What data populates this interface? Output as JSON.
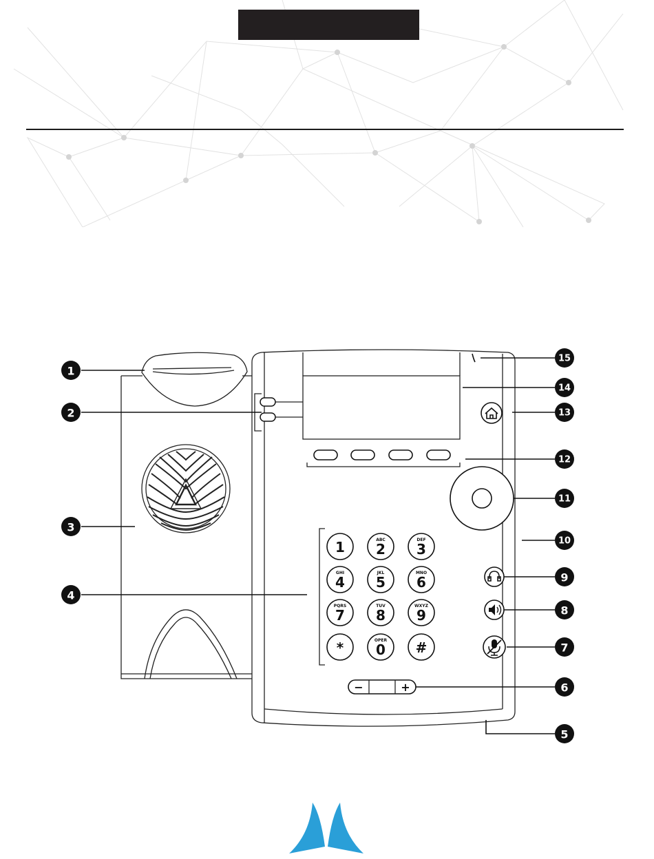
{
  "callouts": [
    {
      "label": "1"
    },
    {
      "label": "2"
    },
    {
      "label": "3"
    },
    {
      "label": "4"
    },
    {
      "label": "5"
    },
    {
      "label": "6"
    },
    {
      "label": "7"
    },
    {
      "label": "8"
    },
    {
      "label": "9"
    },
    {
      "label": "10"
    },
    {
      "label": "11"
    },
    {
      "label": "12"
    },
    {
      "label": "13"
    },
    {
      "label": "14"
    },
    {
      "label": "15"
    }
  ],
  "keypad": {
    "keys": [
      {
        "digit": "1",
        "letters": ""
      },
      {
        "digit": "2",
        "letters": "ABC"
      },
      {
        "digit": "3",
        "letters": "DEF"
      },
      {
        "digit": "4",
        "letters": "GHI"
      },
      {
        "digit": "5",
        "letters": "JKL"
      },
      {
        "digit": "6",
        "letters": "MNO"
      },
      {
        "digit": "7",
        "letters": "PQRS"
      },
      {
        "digit": "8",
        "letters": "TUV"
      },
      {
        "digit": "9",
        "letters": "WXYZ"
      },
      {
        "digit": "*",
        "letters": ""
      },
      {
        "digit": "0",
        "letters": "OPER"
      },
      {
        "digit": "#",
        "letters": ""
      }
    ]
  },
  "volume": {
    "minus": "−",
    "plus": "+"
  },
  "colors": {
    "title_bar": "#231f20",
    "logo": "#2a9fd8",
    "callout_fill": "#111111",
    "network": "#d9d9d9"
  },
  "icons": [
    "home-icon",
    "headset-icon",
    "speaker-icon",
    "mute-microphone-icon",
    "company-logo-icon"
  ]
}
